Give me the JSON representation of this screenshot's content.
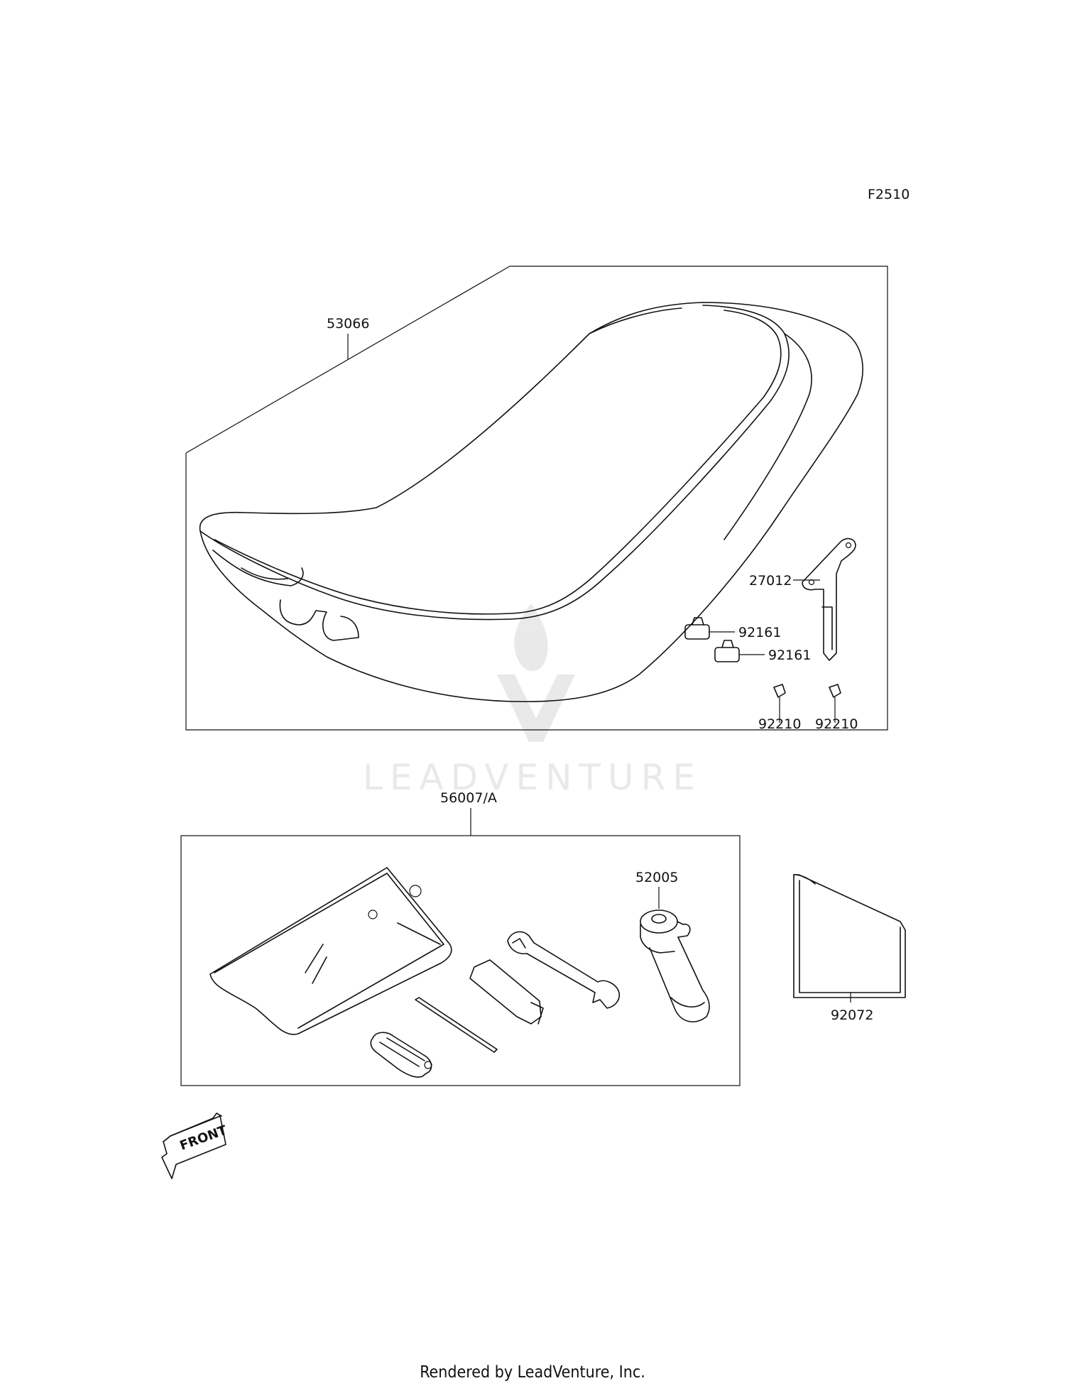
{
  "figure_code": "F2510",
  "watermark": "LEADVENTURE",
  "front_label": "FRONT",
  "footer": "Rendered by LeadVenture, Inc.",
  "parts": {
    "seat": "53066",
    "bracket": "27012",
    "damper_1": "92161",
    "damper_2": "92161",
    "clip_1": "92210",
    "clip_2": "92210",
    "tool_kit": "56007/A",
    "tool_handle": "52005",
    "manual": "92072"
  }
}
